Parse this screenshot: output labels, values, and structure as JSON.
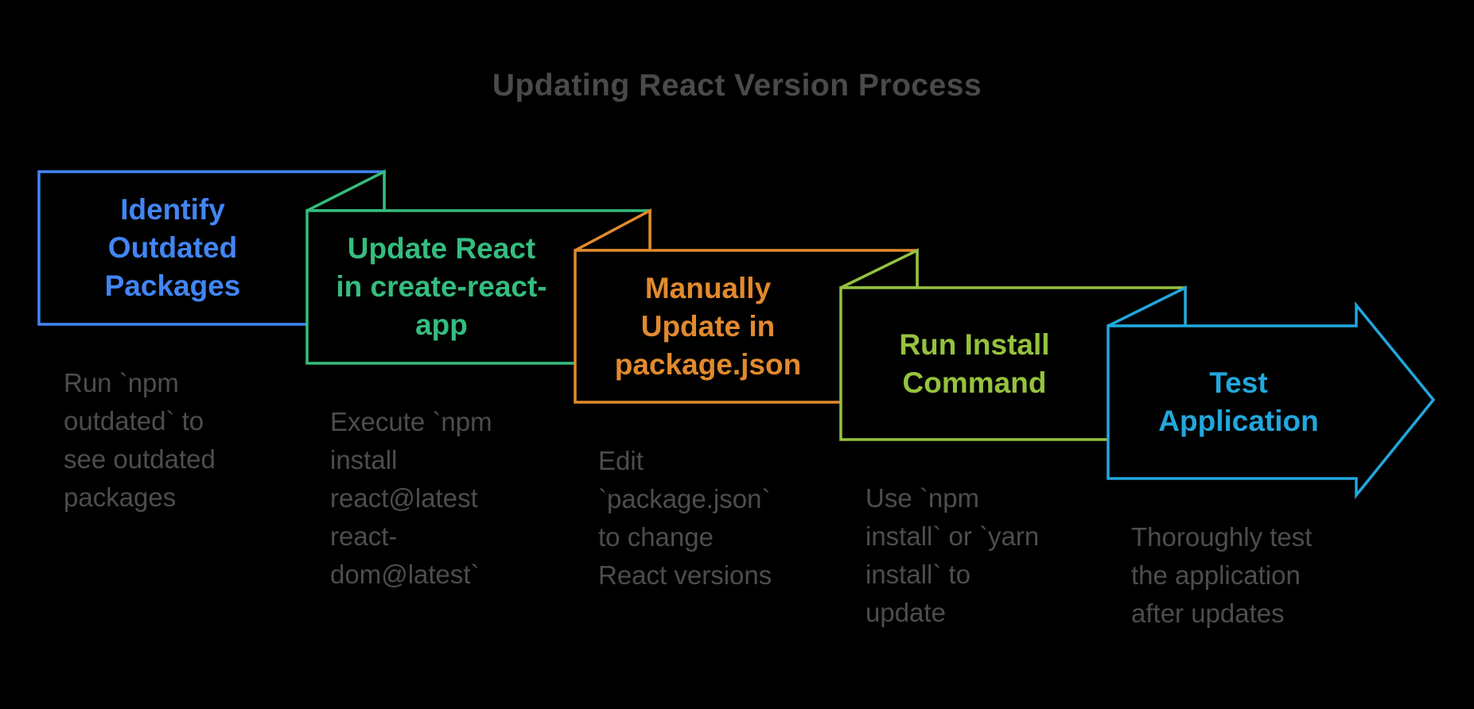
{
  "title": "Updating React Version Process",
  "colors": {
    "background": "#000000",
    "title_text": "#4a4a4a",
    "description_text": "#4d4d4d"
  },
  "steps": [
    {
      "label": "Identify\nOutdated\nPackages",
      "description": "Run `npm\noutdated` to\nsee outdated\npackages",
      "color": "#4285f4"
    },
    {
      "label": "Update React\nin create-react-\napp",
      "description": "Execute `npm\ninstall\nreact@latest\nreact-\ndom@latest`",
      "color": "#35bd7e"
    },
    {
      "label": "Manually\nUpdate in\npackage.json",
      "description": "Edit\n`package.json`\nto change\nReact versions",
      "color": "#e18a2e"
    },
    {
      "label": "Run Install\nCommand",
      "description": "Use `npm\ninstall` or `yarn\ninstall` to\nupdate",
      "color": "#95c23d"
    },
    {
      "label": "Test\nApplication",
      "description": "Thoroughly test\nthe application\nafter updates",
      "color": "#22a7dd"
    }
  ]
}
